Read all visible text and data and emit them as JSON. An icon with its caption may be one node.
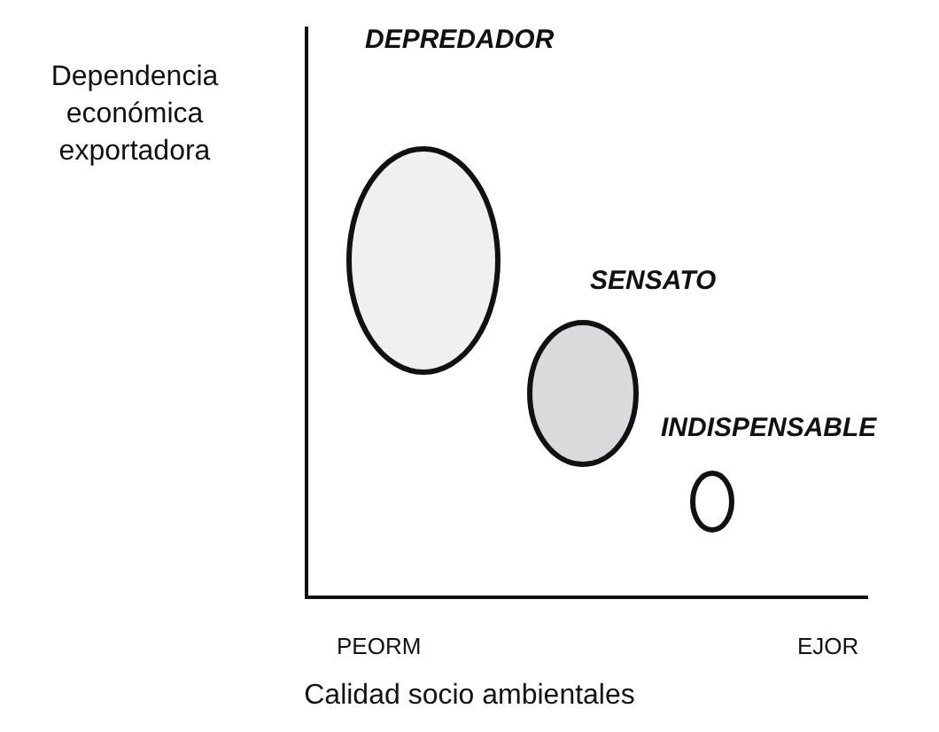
{
  "diagram": {
    "nodes": [
      {
        "text": [
          "DEPREDADOR"
        ]
      },
      {
        "text": [
          "SENSATO"
        ]
      },
      {
        "text": [
          "INDISPENSABLE"
        ]
      }
    ],
    "labels": [
      "Dependencia económica exportadora",
      "PEORM",
      "EJOR",
      "Calidad socio ambientales"
    ]
  }
}
